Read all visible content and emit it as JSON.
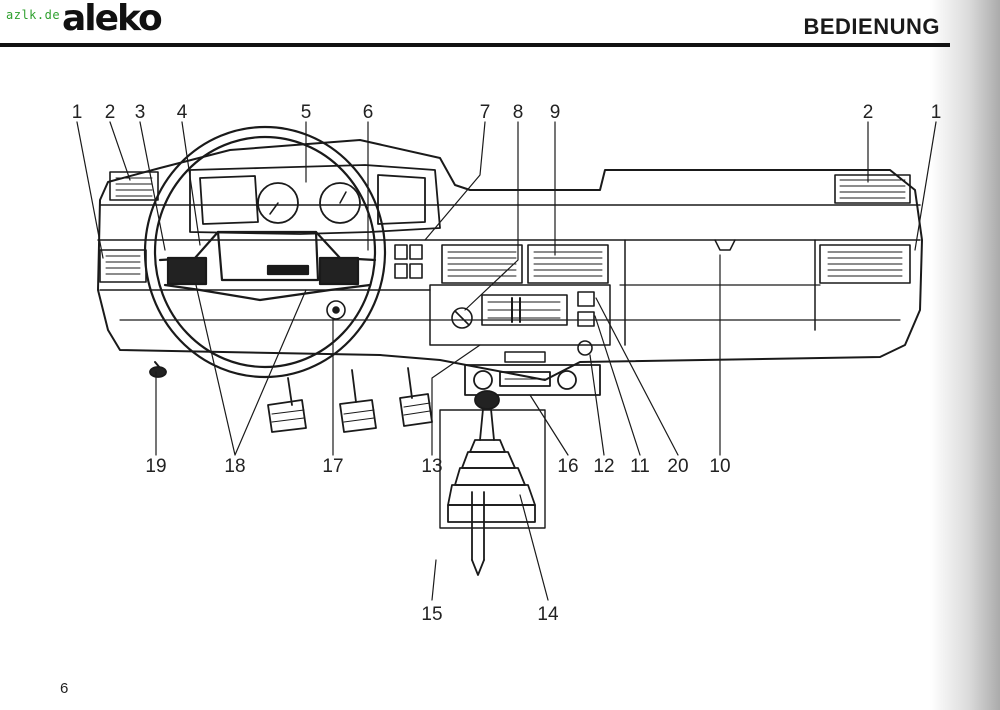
{
  "header": {
    "watermark": "azlk.de",
    "brand": "aleko",
    "section_title": "BEDIENUNG"
  },
  "figure": {
    "callouts_top": [
      "1",
      "2",
      "3",
      "4",
      "5",
      "6",
      "7",
      "8",
      "9",
      "2",
      "1"
    ],
    "callouts_bottom": [
      "19",
      "18",
      "17",
      "13",
      "16",
      "12",
      "11",
      "20",
      "10"
    ],
    "callouts_lower": [
      "15",
      "14"
    ]
  },
  "footer": {
    "page_number": "6"
  }
}
